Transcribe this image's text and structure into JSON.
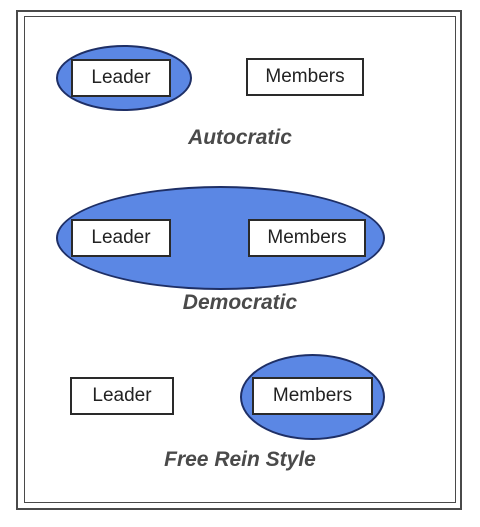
{
  "diagram": {
    "autocratic": {
      "leader_label": "Leader",
      "members_label": "Members",
      "style_label": "Autocratic"
    },
    "democratic": {
      "leader_label": "Leader",
      "members_label": "Members",
      "style_label": "Democratic"
    },
    "free_rein": {
      "leader_label": "Leader",
      "members_label": "Members",
      "style_label": "Free Rein Style"
    }
  },
  "colors": {
    "ellipse_fill": "#5b87e4",
    "ellipse_stroke": "#1e2f66",
    "text": "#4a4a4a"
  }
}
